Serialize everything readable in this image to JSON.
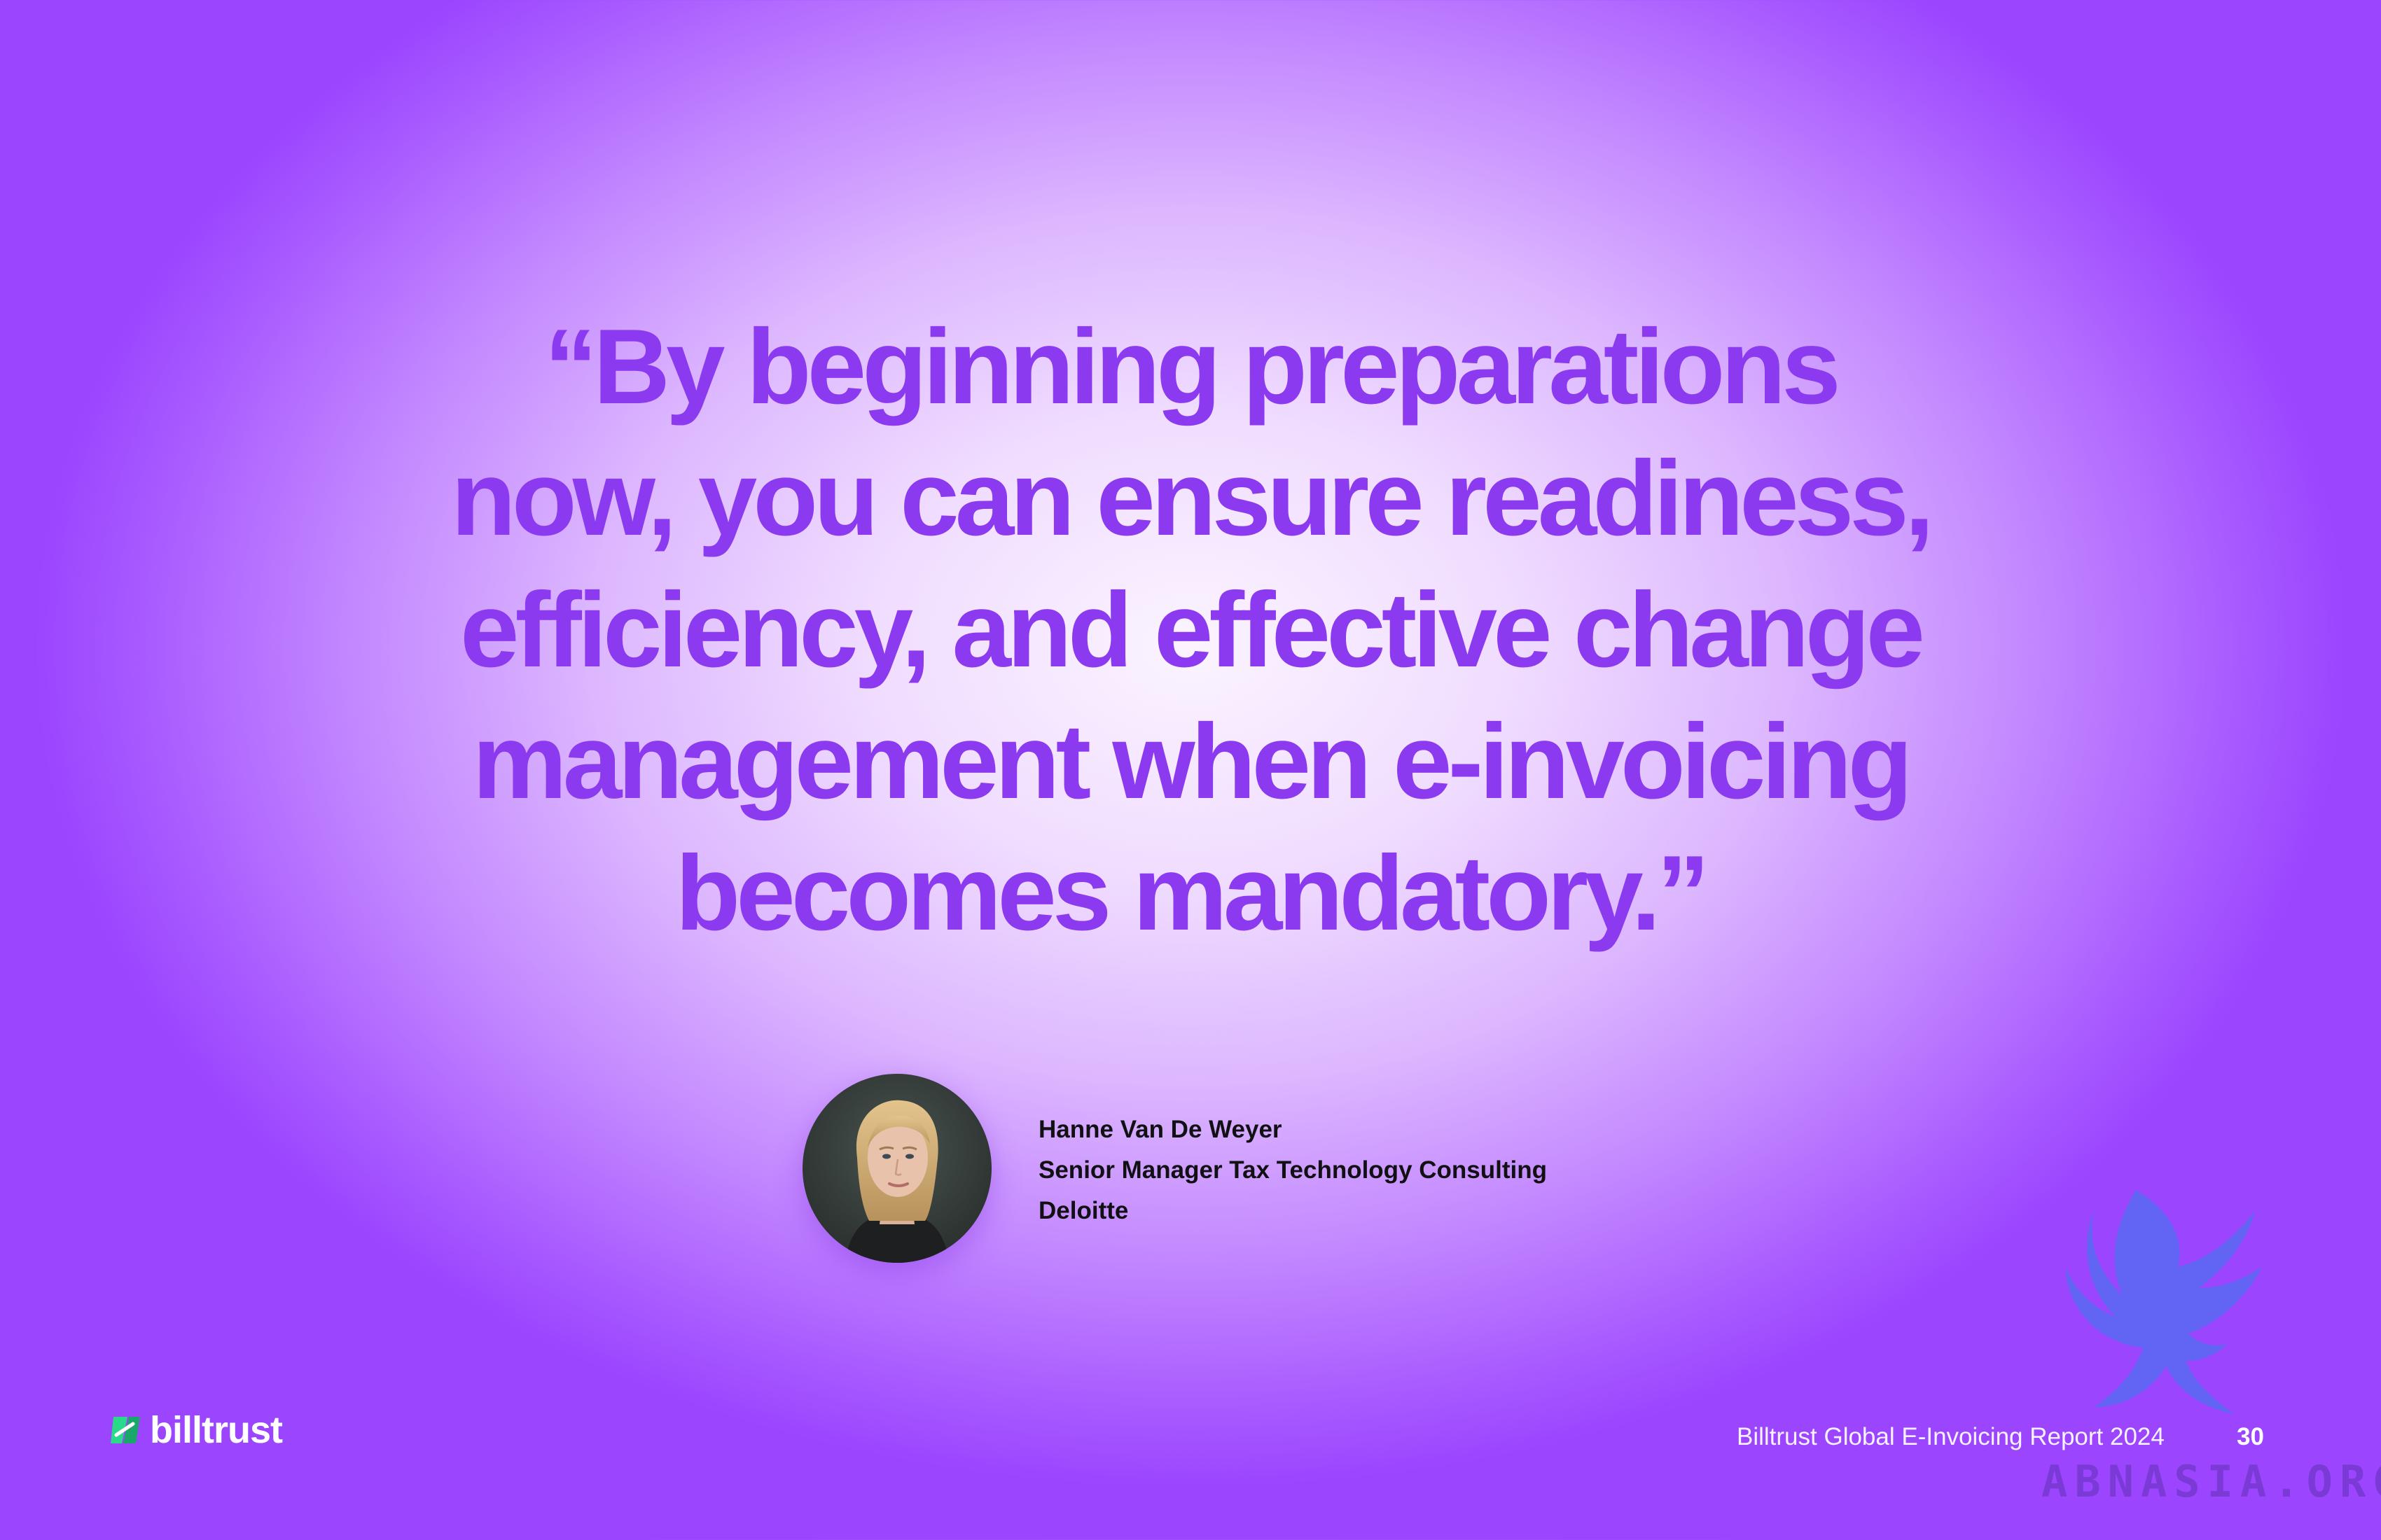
{
  "quote": {
    "lines": [
      "“By beginning preparations",
      "now, you can ensure readiness,",
      "efficiency, and effective change",
      "management when e-invoicing",
      "becomes mandatory.”"
    ]
  },
  "speaker": {
    "name": "Hanne Van De Weyer",
    "title": "Senior Manager Tax Technology Consulting",
    "company": "Deloitte"
  },
  "logo": {
    "text": "billtrust",
    "icon": "billtrust-logo-icon"
  },
  "footer": {
    "report_title": "Billtrust Global E-Invoicing Report 2024",
    "page_number": "30"
  },
  "watermark": {
    "text": "ABNASIA.ORG",
    "icon": "phoenix-icon"
  },
  "colors": {
    "quote_text": "#8b3aef",
    "background_center": "#fbf4ff",
    "background_edge": "#9b45ff",
    "logo_green": "#2bd98a"
  }
}
